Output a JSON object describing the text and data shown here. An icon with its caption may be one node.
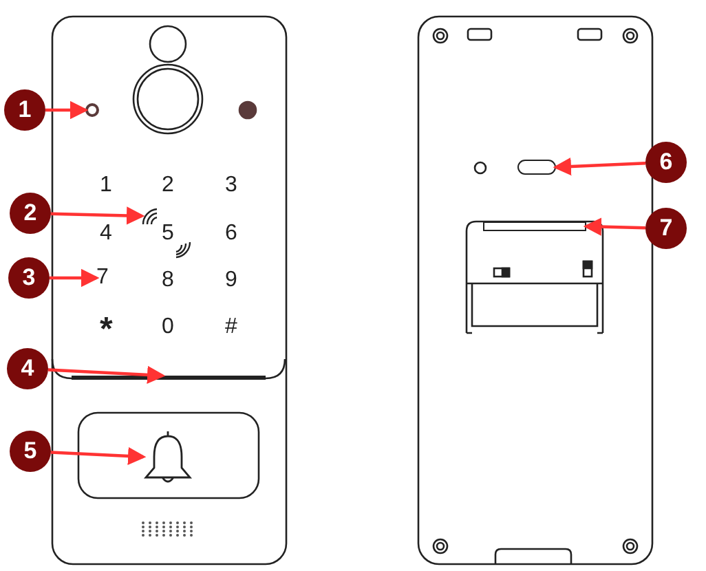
{
  "diagram": {
    "nodes": [
      {
        "text": [
          "1"
        ]
      },
      {
        "text": [
          "2"
        ]
      },
      {
        "text": [
          "3"
        ]
      },
      {
        "text": [
          "4"
        ]
      },
      {
        "text": [
          "5"
        ]
      },
      {
        "text": [
          "6"
        ]
      },
      {
        "text": [
          "7"
        ]
      },
      {
        "text": [],
        "shape": "circle"
      },
      {
        "text": [],
        "shape": "icon"
      },
      {
        "text": [
          "7"
        ]
      },
      {
        "text": [],
        "shape": "bar"
      },
      {
        "text": [],
        "shape": "bell"
      },
      {
        "text": [],
        "shape": "ellipse"
      },
      {
        "text": [],
        "shape": "bar"
      }
    ],
    "edges": [
      {
        "from": 0,
        "to": 7,
        "arrow": "to"
      },
      {
        "from": 1,
        "to": 8,
        "arrow": "to"
      },
      {
        "from": 2,
        "to": 9,
        "arrow": "to"
      },
      {
        "from": 3,
        "to": 10,
        "arrow": "to"
      },
      {
        "from": 4,
        "to": 11,
        "arrow": "to"
      },
      {
        "from": 5,
        "to": 12,
        "arrow": "to"
      },
      {
        "from": 6,
        "to": 13,
        "arrow": "to"
      }
    ],
    "labels": [
      "1",
      "2",
      "3",
      "4",
      "5",
      "6",
      "8",
      "9",
      "*",
      "0",
      "#"
    ]
  }
}
